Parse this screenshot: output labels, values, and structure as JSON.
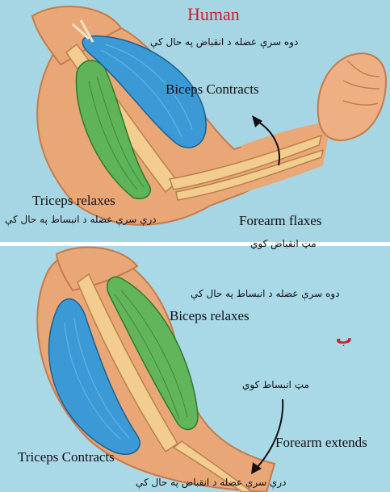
{
  "title": "Human",
  "colors": {
    "accent": "#c9202a",
    "background": "#a6d5e4",
    "skin": "#e8a272",
    "bone": "#f2c98a",
    "biceps": "#2f8fd0",
    "triceps": "#4fa84a"
  },
  "top_panel": {
    "biceps_state_fa": "دوه سرې عضله د انقباض په حال کې",
    "biceps_label": "Biceps Contracts",
    "triceps_label": "Triceps relaxes",
    "triceps_state_fa": "درې سرې عضله د انبساط په حال کې",
    "forearm_label": "Forearm flaxes",
    "forearm_state_fa": "مټ انقباض کوي"
  },
  "bottom_panel": {
    "letter": "ب",
    "biceps_state_fa": "دوه سرې عضله د انبساط په حال کې",
    "biceps_label": "Biceps relaxes",
    "forearm_state_fa": "مټ انبساط کوي",
    "forearm_label": "Forearm extends",
    "triceps_label": "Triceps Contracts",
    "triceps_state_fa": "درې سرې عضله د انقباض په حال کې"
  }
}
